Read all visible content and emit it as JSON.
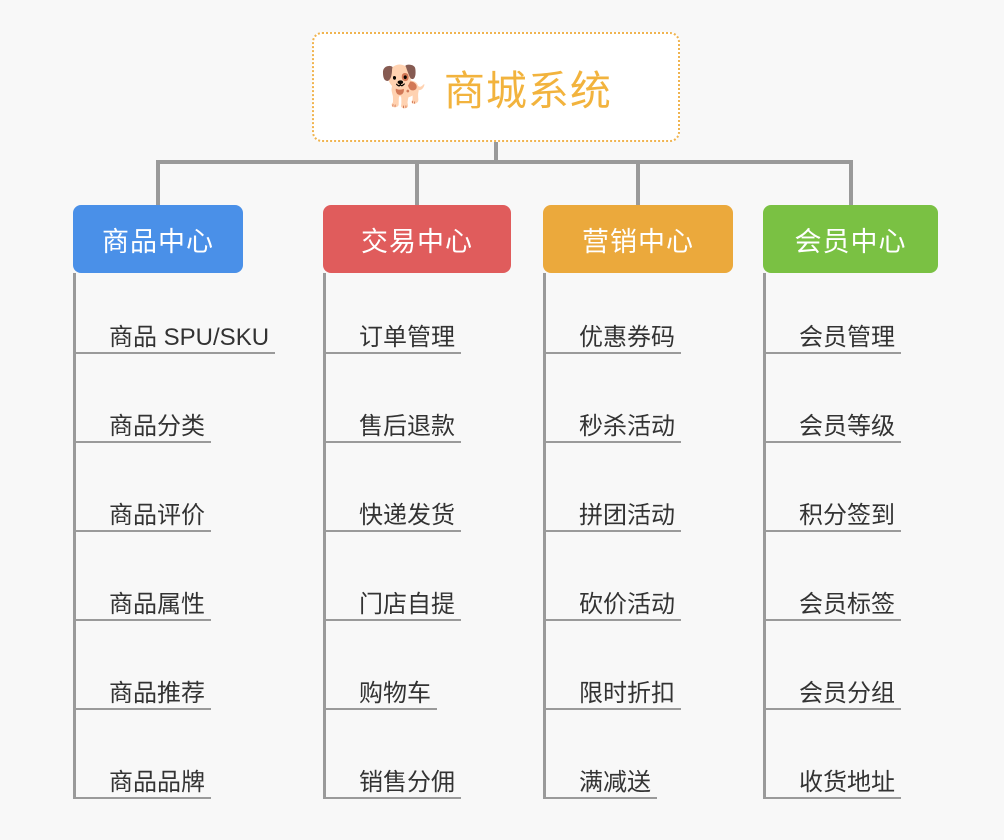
{
  "diagram": {
    "title": "商城系统",
    "background_color": "#f8f8f8",
    "root": {
      "icon": "shiba-dog-emoji",
      "icon_glyph": "🐕",
      "label": "商城系统",
      "text_color": "#f2b33d",
      "border_color": "#f0b450",
      "fill_color": "#ffffff"
    },
    "connector_color": "#9a9a9a",
    "branches": [
      {
        "id": "product-center",
        "label": "商品中心",
        "color": "#4a90e8",
        "items": [
          "商品 SPU/SKU",
          "商品分类",
          "商品评价",
          "商品属性",
          "商品推荐",
          "商品品牌"
        ]
      },
      {
        "id": "trade-center",
        "label": "交易中心",
        "color": "#e05c5c",
        "items": [
          "订单管理",
          "售后退款",
          "快递发货",
          "门店自提",
          "购物车",
          "销售分佣"
        ]
      },
      {
        "id": "marketing-center",
        "label": "营销中心",
        "color": "#eba93c",
        "items": [
          "优惠券码",
          "秒杀活动",
          "拼团活动",
          "砍价活动",
          "限时折扣",
          "满减送"
        ]
      },
      {
        "id": "member-center",
        "label": "会员中心",
        "color": "#7ac143",
        "items": [
          "会员管理",
          "会员等级",
          "积分签到",
          "会员标签",
          "会员分组",
          "收货地址"
        ]
      }
    ]
  }
}
